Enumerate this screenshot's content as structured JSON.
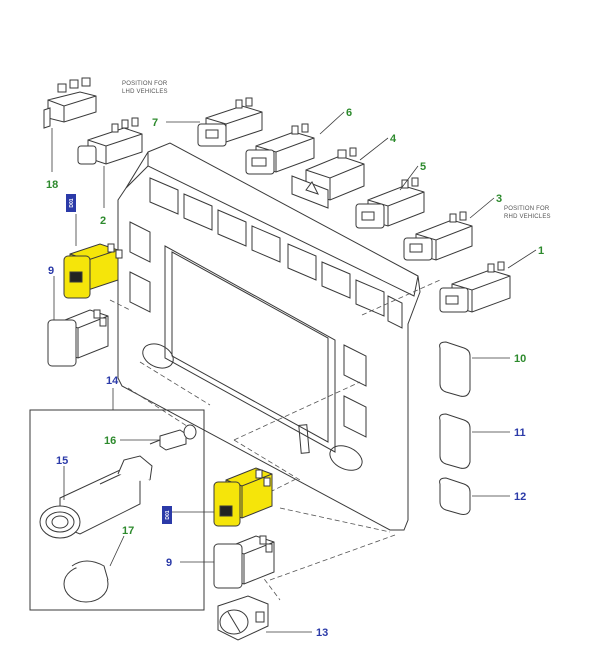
{
  "notes": {
    "lhd_line1": "POSITION FOR",
    "lhd_line2": "LHD VEHICLES",
    "rhd_line1": "POSITION FOR",
    "rhd_line2": "RHD VEHICLES"
  },
  "colors": {
    "green_callout": "#2d8a2d",
    "blue_callout": "#2b3aa8",
    "highlight": "#f5e50a",
    "outline": "#3a3a3a",
    "tag": "#2b3aa8"
  },
  "callouts": {
    "c18": "18",
    "c2": "2",
    "c7": "7",
    "c6": "6",
    "c4": "4",
    "c5": "5",
    "c3": "3",
    "c1": "1",
    "c9a": "9",
    "c10": "10",
    "c11": "11",
    "c14": "14",
    "c16": "16",
    "c15": "15",
    "c17": "17",
    "c12": "12",
    "c9b": "9",
    "c13": "13"
  },
  "tags": {
    "tag_a": "D01",
    "tag_b": "D01"
  }
}
